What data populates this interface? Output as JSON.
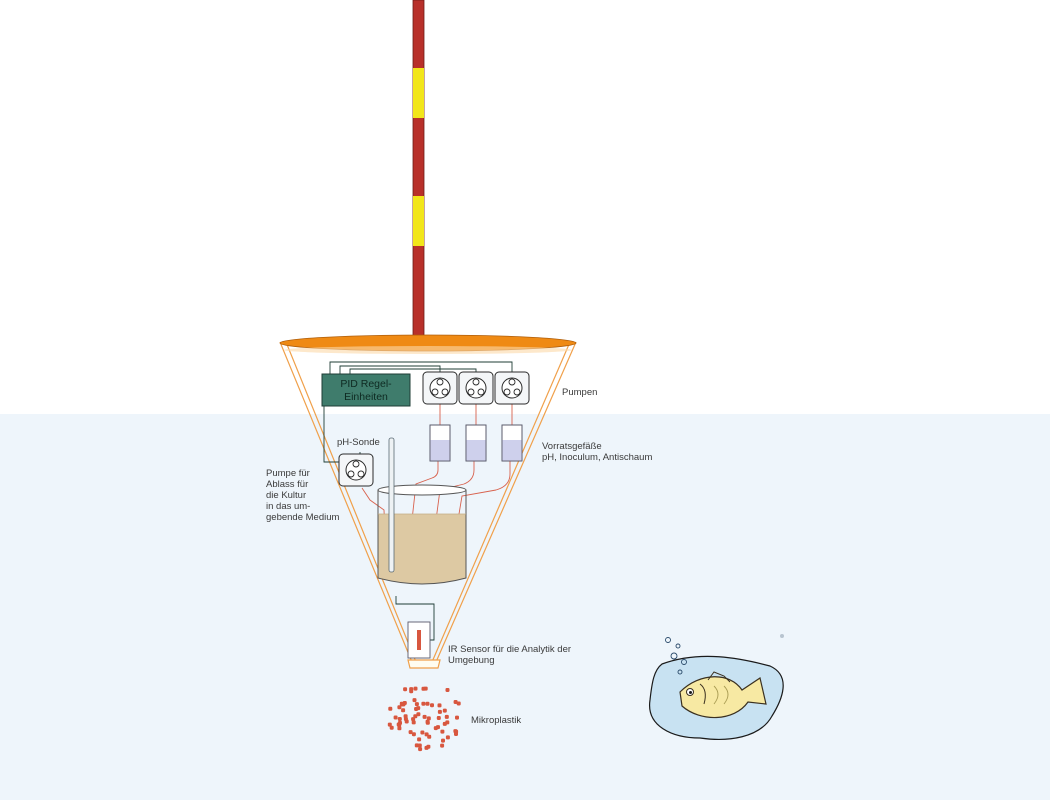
{
  "labels": {
    "pumps": "Pumpen",
    "pid_line1": "PID Regel-",
    "pid_line2": "Einheiten",
    "ph_probe": "pH-Sonde",
    "reservoirs_line1": "Vorratsgefäße",
    "reservoirs_line2": "pH, Inoculum, Antischaum",
    "drain_pump": [
      "Pumpe für",
      "Ablass für",
      "die Kultur",
      "in das um-",
      "gebende Medium"
    ],
    "ir_sensor_line1": "IR Sensor für die Analytik der",
    "ir_sensor_line2": "Umgebung",
    "microplastic": "Mikroplastik"
  },
  "colors": {
    "sky": "#ffffff",
    "water": "#eef5fb",
    "pole_red": "#b8302a",
    "pole_yellow": "#f2e61a",
    "disc_orange": "#ef8a14",
    "cone_line": "#f0a04a",
    "pid_box": "#3f7c6c",
    "vessel_fill": "#ddc9a3",
    "tubing": "#d8624e",
    "particles": "#d8573f",
    "fish_body": "#f7e9a3",
    "fish_outline": "#3a3020",
    "puddle": "#c8e2f2"
  },
  "icons": [
    "pump-icon",
    "reservoir-icon",
    "culture-vessel-icon",
    "ir-sensor-icon",
    "fish-icon",
    "bubble-icon",
    "particle-icon"
  ]
}
